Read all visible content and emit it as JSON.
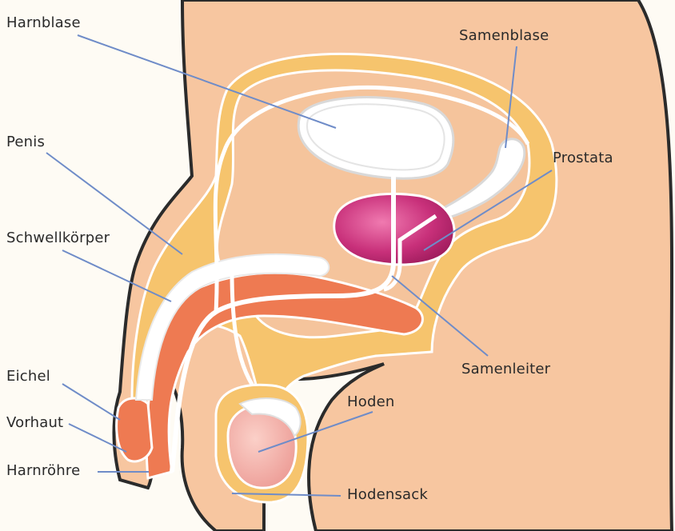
{
  "labels": {
    "harnblase": "Harnblase",
    "samenblase": "Samenblase",
    "penis": "Penis",
    "prostata": "Prostata",
    "schwellkoerper": "Schwellkörper",
    "eichel": "Eichel",
    "vorhaut": "Vorhaut",
    "harnroehre": "Harnröhre",
    "samenleiter": "Samenleiter",
    "hoden": "Hoden",
    "hodensack": "Hodensack"
  },
  "colors": {
    "background": "#fefbf4",
    "skin": "#f7c6a0",
    "skin_outline": "#2b2b2b",
    "fat_layer": "#f6c46d",
    "tissue": "#f5c49c",
    "erectile_tissue": "#ee7a52",
    "prostate": "#c2286e",
    "tubes": "#ffffff",
    "leader_lines": "#6f8cc8",
    "testis": "#f2a3a3"
  }
}
